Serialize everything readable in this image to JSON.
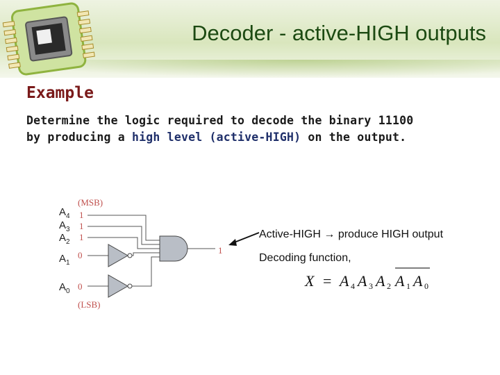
{
  "slide": {
    "title": "Decoder - active-HIGH outputs",
    "section_label": "Example",
    "problem_text_1": "Determine the logic required to decode the binary 11100",
    "problem_text_2_pre": "by producing a ",
    "problem_text_2_highlight": "high level (active-HIGH)",
    "problem_text_2_post": " on the output."
  },
  "circuit": {
    "msb_label": "(MSB)",
    "lsb_label": "(LSB)",
    "inputs": [
      {
        "name": "A",
        "index": "4",
        "bit": "1"
      },
      {
        "name": "A",
        "index": "3",
        "bit": "1"
      },
      {
        "name": "A",
        "index": "2",
        "bit": "1"
      },
      {
        "name": "A",
        "index": "1",
        "bit": "0"
      },
      {
        "name": "A",
        "index": "0",
        "bit": "0"
      }
    ],
    "output_bit": "1"
  },
  "notes": {
    "active_high_pre": "Active-HIGH",
    "arrow_symbol": "→",
    "active_high_post": "produce HIGH output",
    "decoding_function": "Decoding function,"
  },
  "formula": {
    "lhs": "X",
    "equals": "=",
    "terms": [
      {
        "var": "A",
        "sub": "4"
      },
      {
        "var": "A",
        "sub": "3"
      },
      {
        "var": "A",
        "sub": "2"
      },
      {
        "var": "A",
        "sub": "1"
      },
      {
        "var": "A",
        "sub": "0"
      }
    ]
  },
  "colors": {
    "title": "#1c4a12",
    "example": "#7a1a1a",
    "highlight": "#1f2f6a",
    "bit_values": "#c0504d"
  },
  "icons": [
    "chip-logo-icon",
    "and-gate-icon",
    "inverter-icon",
    "arrow-icon"
  ]
}
